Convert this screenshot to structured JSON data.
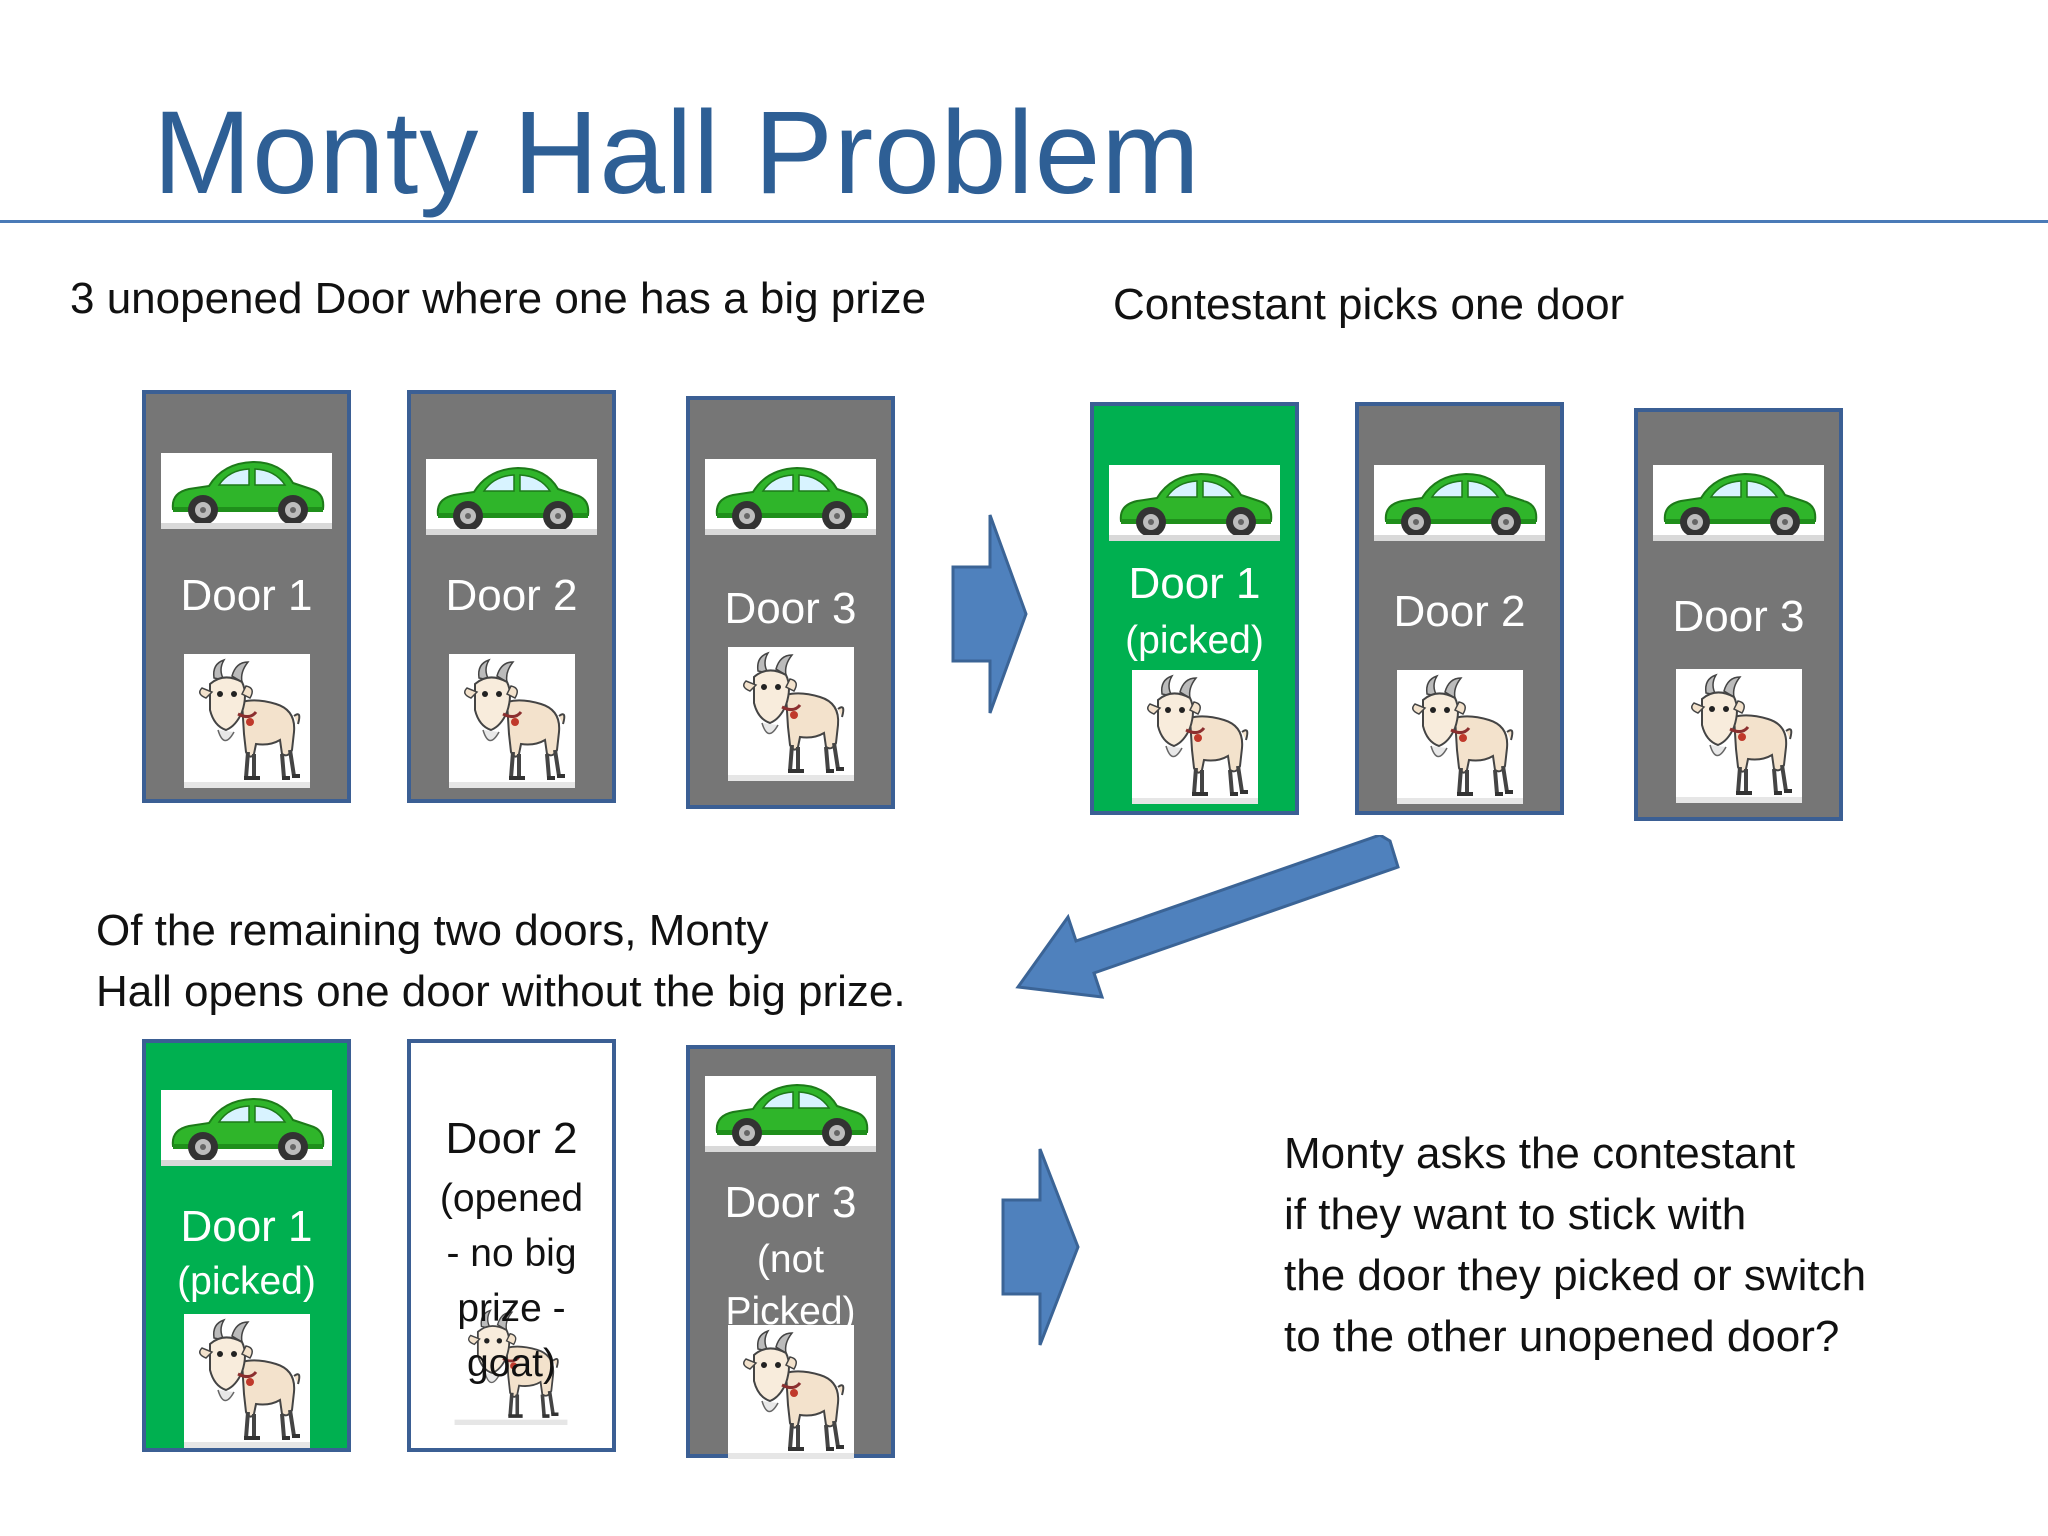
{
  "title": "Monty Hall Problem",
  "captions": {
    "step1": "3 unopened Door where one has a big prize",
    "step2": "Contestant picks one door",
    "step3": [
      "Of the remaining two doors, Monty",
      "Hall opens one door without the big prize."
    ],
    "step4": [
      "Monty asks the contestant",
      "if they want to stick with",
      "the door they picked or switch",
      "to the other unopened door?"
    ]
  },
  "groups": {
    "first": {
      "door1": {
        "label": "Door 1"
      },
      "door2": {
        "label": "Door 2"
      },
      "door3": {
        "label": "Door 3"
      }
    },
    "second": {
      "door1": {
        "label": "Door 1",
        "sub": "(picked)"
      },
      "door2": {
        "label": "Door 2"
      },
      "door3": {
        "label": "Door 3"
      }
    },
    "third": {
      "door1": {
        "label": "Door 1",
        "sub": "(picked)"
      },
      "door2": {
        "label": "Door 2",
        "sub": [
          "(opened",
          "- no big",
          "prize  -",
          "goat)"
        ]
      },
      "door3": {
        "label": "Door 3",
        "sub": [
          "(not",
          "Picked)"
        ]
      }
    }
  },
  "colors": {
    "title": "#2e5f95",
    "door_border": "#3b5f94",
    "door_closed": "#767676",
    "door_picked": "#00b050",
    "door_opened": "#ffffff",
    "arrow": "#4f81bd",
    "car": "#2fb52a"
  },
  "icons": [
    "car-icon",
    "goat-icon",
    "right-arrow-icon",
    "down-left-arrow-icon"
  ]
}
